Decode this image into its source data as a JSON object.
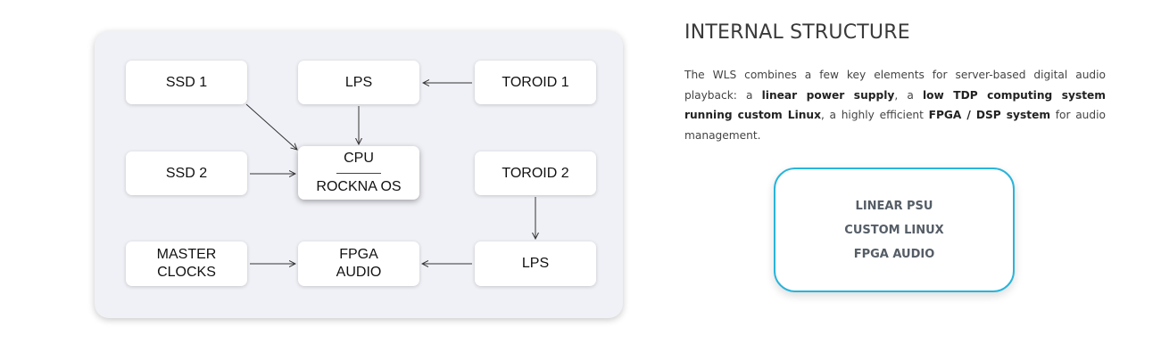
{
  "diagram": {
    "nodes": {
      "ssd1": "SSD 1",
      "ssd2": "SSD 2",
      "master_clocks": [
        "MASTER",
        "CLOCKS"
      ],
      "lps_top": "LPS",
      "cpu": [
        "CPU",
        "ROCKNA OS"
      ],
      "fpga_audio": [
        "FPGA",
        "AUDIO"
      ],
      "toroid1": "TOROID 1",
      "toroid2": "TOROID 2",
      "lps_bottom": "LPS"
    },
    "connections": [
      {
        "from": "ssd1",
        "to": "cpu"
      },
      {
        "from": "ssd2",
        "to": "cpu"
      },
      {
        "from": "lps_top",
        "to": "cpu"
      },
      {
        "from": "toroid1",
        "to": "lps_top"
      },
      {
        "from": "toroid2",
        "to": "lps_bottom"
      },
      {
        "from": "lps_bottom",
        "to": "fpga_audio"
      },
      {
        "from": "master_clocks",
        "to": "fpga_audio"
      }
    ]
  },
  "section": {
    "title": "INTERNAL STRUCTURE",
    "description": {
      "p1": "The WLS combines a few key elements for server-based digital audio playback: a ",
      "b1": "linear power supply",
      "p2": ", a ",
      "b2": "low TDP computing system running custom Linux",
      "p3": ", a highly efficient ",
      "b3": "FPGA / DSP system",
      "p4": " for audio management."
    }
  },
  "features": {
    "items": [
      "LINEAR PSU",
      "CUSTOM LINUX",
      "FPGA AUDIO"
    ],
    "border_color": "#2ab4da"
  }
}
